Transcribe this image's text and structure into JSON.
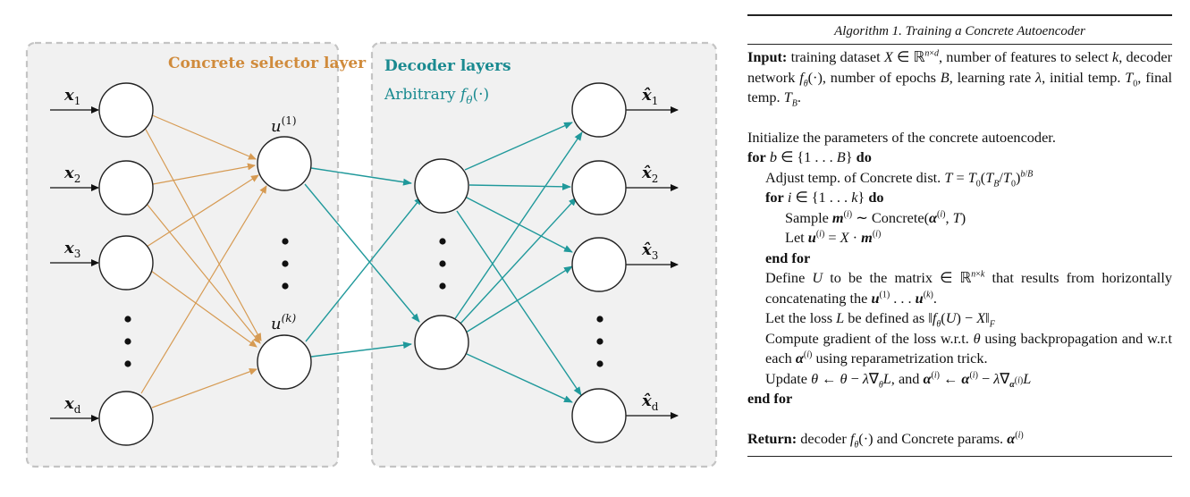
{
  "diagram": {
    "selector_title": "Concrete selector layer",
    "decoder_title": "Decoder layers",
    "arbitrary_label": "Arbitrary",
    "f_theta": "fθ(·)",
    "inputs": [
      {
        "base": "x",
        "sub": "1"
      },
      {
        "base": "x",
        "sub": "2"
      },
      {
        "base": "x",
        "sub": "3"
      },
      {
        "base": "x",
        "sub": "d"
      }
    ],
    "selectors": [
      {
        "base": "u",
        "sup": "(1)"
      },
      {
        "base": "u",
        "sup": "(k)"
      }
    ],
    "outputs": [
      {
        "base": "x̂",
        "sub": "1"
      },
      {
        "base": "x̂",
        "sub": "2"
      },
      {
        "base": "x̂",
        "sub": "3"
      },
      {
        "base": "x̂",
        "sub": "d"
      }
    ],
    "colors": {
      "orange": "#d08b3c",
      "teal": "#1a8a90",
      "panel": "#f1f1f1"
    }
  },
  "algorithm": {
    "caption": "Algorithm 1. Training a Concrete Autoencoder",
    "input_kw": "Input:",
    "input_text": "training dataset X ∈ ℝn×d, number of features to select k, decoder network fθ(·), number of epochs B, learning rate λ, initial temp. T0, final temp. TB.",
    "initialize": "Initialize the parameters of the concrete autoencoder.",
    "for_kw": "for",
    "do_kw": "do",
    "end_for_kw": "end for",
    "loop_b": "b ∈ {1 . . . B}",
    "adjust": "Adjust temp. of Concrete dist. T = T0(TB/T0)b/B",
    "loop_i": "i ∈ {1 . . . k}",
    "sample": "Sample m(i) ∼ Concrete(α(i), T)",
    "let_u": "Let u(i) = X · m(i)",
    "define_u": "Define U to be the matrix ∈ ℝn×k that results from horizontally concatenating the u(1) . . . u(k).",
    "loss": "Let the loss L be defined as ‖fθ(U) − X‖F",
    "gradient": "Compute gradient of the loss w.r.t. θ using backpropagation and w.r.t each α(i) using reparametrization trick.",
    "update": "Update θ ← θ − λ∇θL, and α(i) ← α(i) − λ∇α(i)L",
    "return_kw": "Return:",
    "return_text": "decoder fθ(·) and Concrete params. α(i)"
  }
}
